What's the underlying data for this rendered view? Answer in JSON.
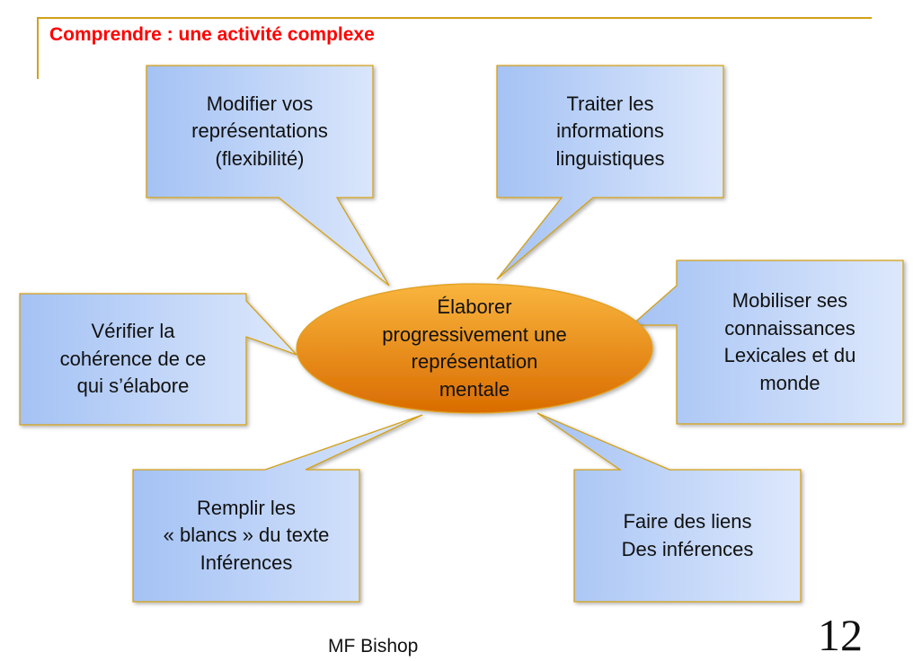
{
  "title": "Comprendre : une activité complexe",
  "center": "Élaborer\nprogressivement une\nreprésentation\nmentale",
  "callouts": [
    "Modifier vos\nreprésentations\n(flexibilité)",
    "Traiter les\ninformations\nlinguistiques",
    "Mobiliser ses\nconnaissances\nLexicales et du\nmonde",
    "Vérifier la\ncohérence de ce\nqui s’élabore",
    "Remplir les\n« blancs » du texte\nInférences",
    "Faire des liens\nDes inférences"
  ],
  "footer": "MF Bishop",
  "page_number": "12",
  "colors": {
    "title": "#ff0000",
    "rule": "#d4a017",
    "box_left": "#a4c2f4",
    "box_right": "#dde8fc",
    "ellipse_top": "#f9b53e",
    "ellipse_bottom": "#d96c00"
  }
}
